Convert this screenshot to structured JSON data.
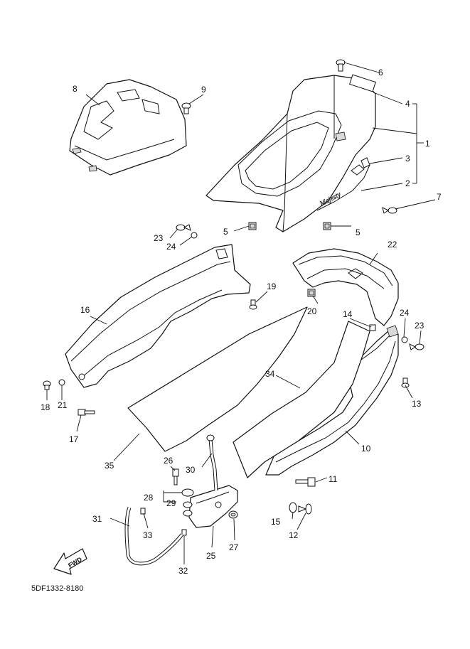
{
  "callouts": {
    "c1": "1",
    "c2": "2",
    "c3": "3",
    "c4": "4",
    "c5a": "5",
    "c5b": "5",
    "c6": "6",
    "c7": "7",
    "c8": "8",
    "c9": "9",
    "c10": "10",
    "c11": "11",
    "c12": "12",
    "c13": "13",
    "c14": "14",
    "c15": "15",
    "c16": "16",
    "c17": "17",
    "c18": "18",
    "c19": "19",
    "c20": "20",
    "c21": "21",
    "c22": "22",
    "c23a": "23",
    "c23b": "23",
    "c24a": "24",
    "c24b": "24",
    "c25": "25",
    "c26": "26",
    "c27": "27",
    "c28": "28",
    "c29": "29",
    "c30": "30",
    "c31": "31",
    "c32": "32",
    "c33": "33",
    "c34": "34",
    "c35": "35"
  },
  "fwd_label": "FWD",
  "diagram_code": "5DF1332-8180"
}
